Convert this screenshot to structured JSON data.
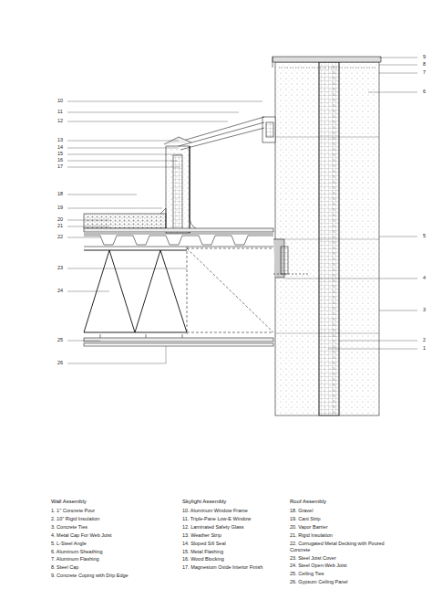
{
  "diagram": {
    "labels": [
      "9",
      "8",
      "7",
      "6",
      "5",
      "4",
      "3",
      "2",
      "1",
      "10",
      "11",
      "12",
      "13",
      "14",
      "15",
      "16",
      "17",
      "18",
      "19",
      "20",
      "21",
      "22",
      "23",
      "24",
      "25",
      "26",
      "Wall Assembly",
      "1. 1\" Concrete Pour",
      "2. 10\" Rigid Insulation",
      "3. Concrete Ties",
      "4. Metal Cap For Web Joist",
      "5. L-Steel Angle",
      "6. Aluminum Sheathing",
      "7. Aluminum Flashing",
      "8. Steel Cap",
      "9. Concrete Coping with Drip Edge",
      "Skylight Assembly",
      "10. Aluminum Window Frame",
      "11. Triple-Pane Low-E Window",
      "12. Laminated Safety Glass",
      "13. Weather Strip",
      "14. Sloped Sill Seal",
      "15. Metal Flashing",
      "16. Wood Blocking",
      "17. Magnesium Oxide Interior Finish",
      "Roof Assembly",
      "18. Gravel",
      "19. Cant Strip",
      "20. Vapor Barrier",
      "21. Rigid Insulation",
      "22. Corrugated Metal Decking with Poured Concrete",
      "23. Steel Joist Cover",
      "24. Steel Open-Web Joist",
      "25. Ceiling Ties",
      "26. Gypsum Ceiling Panel"
    ]
  }
}
